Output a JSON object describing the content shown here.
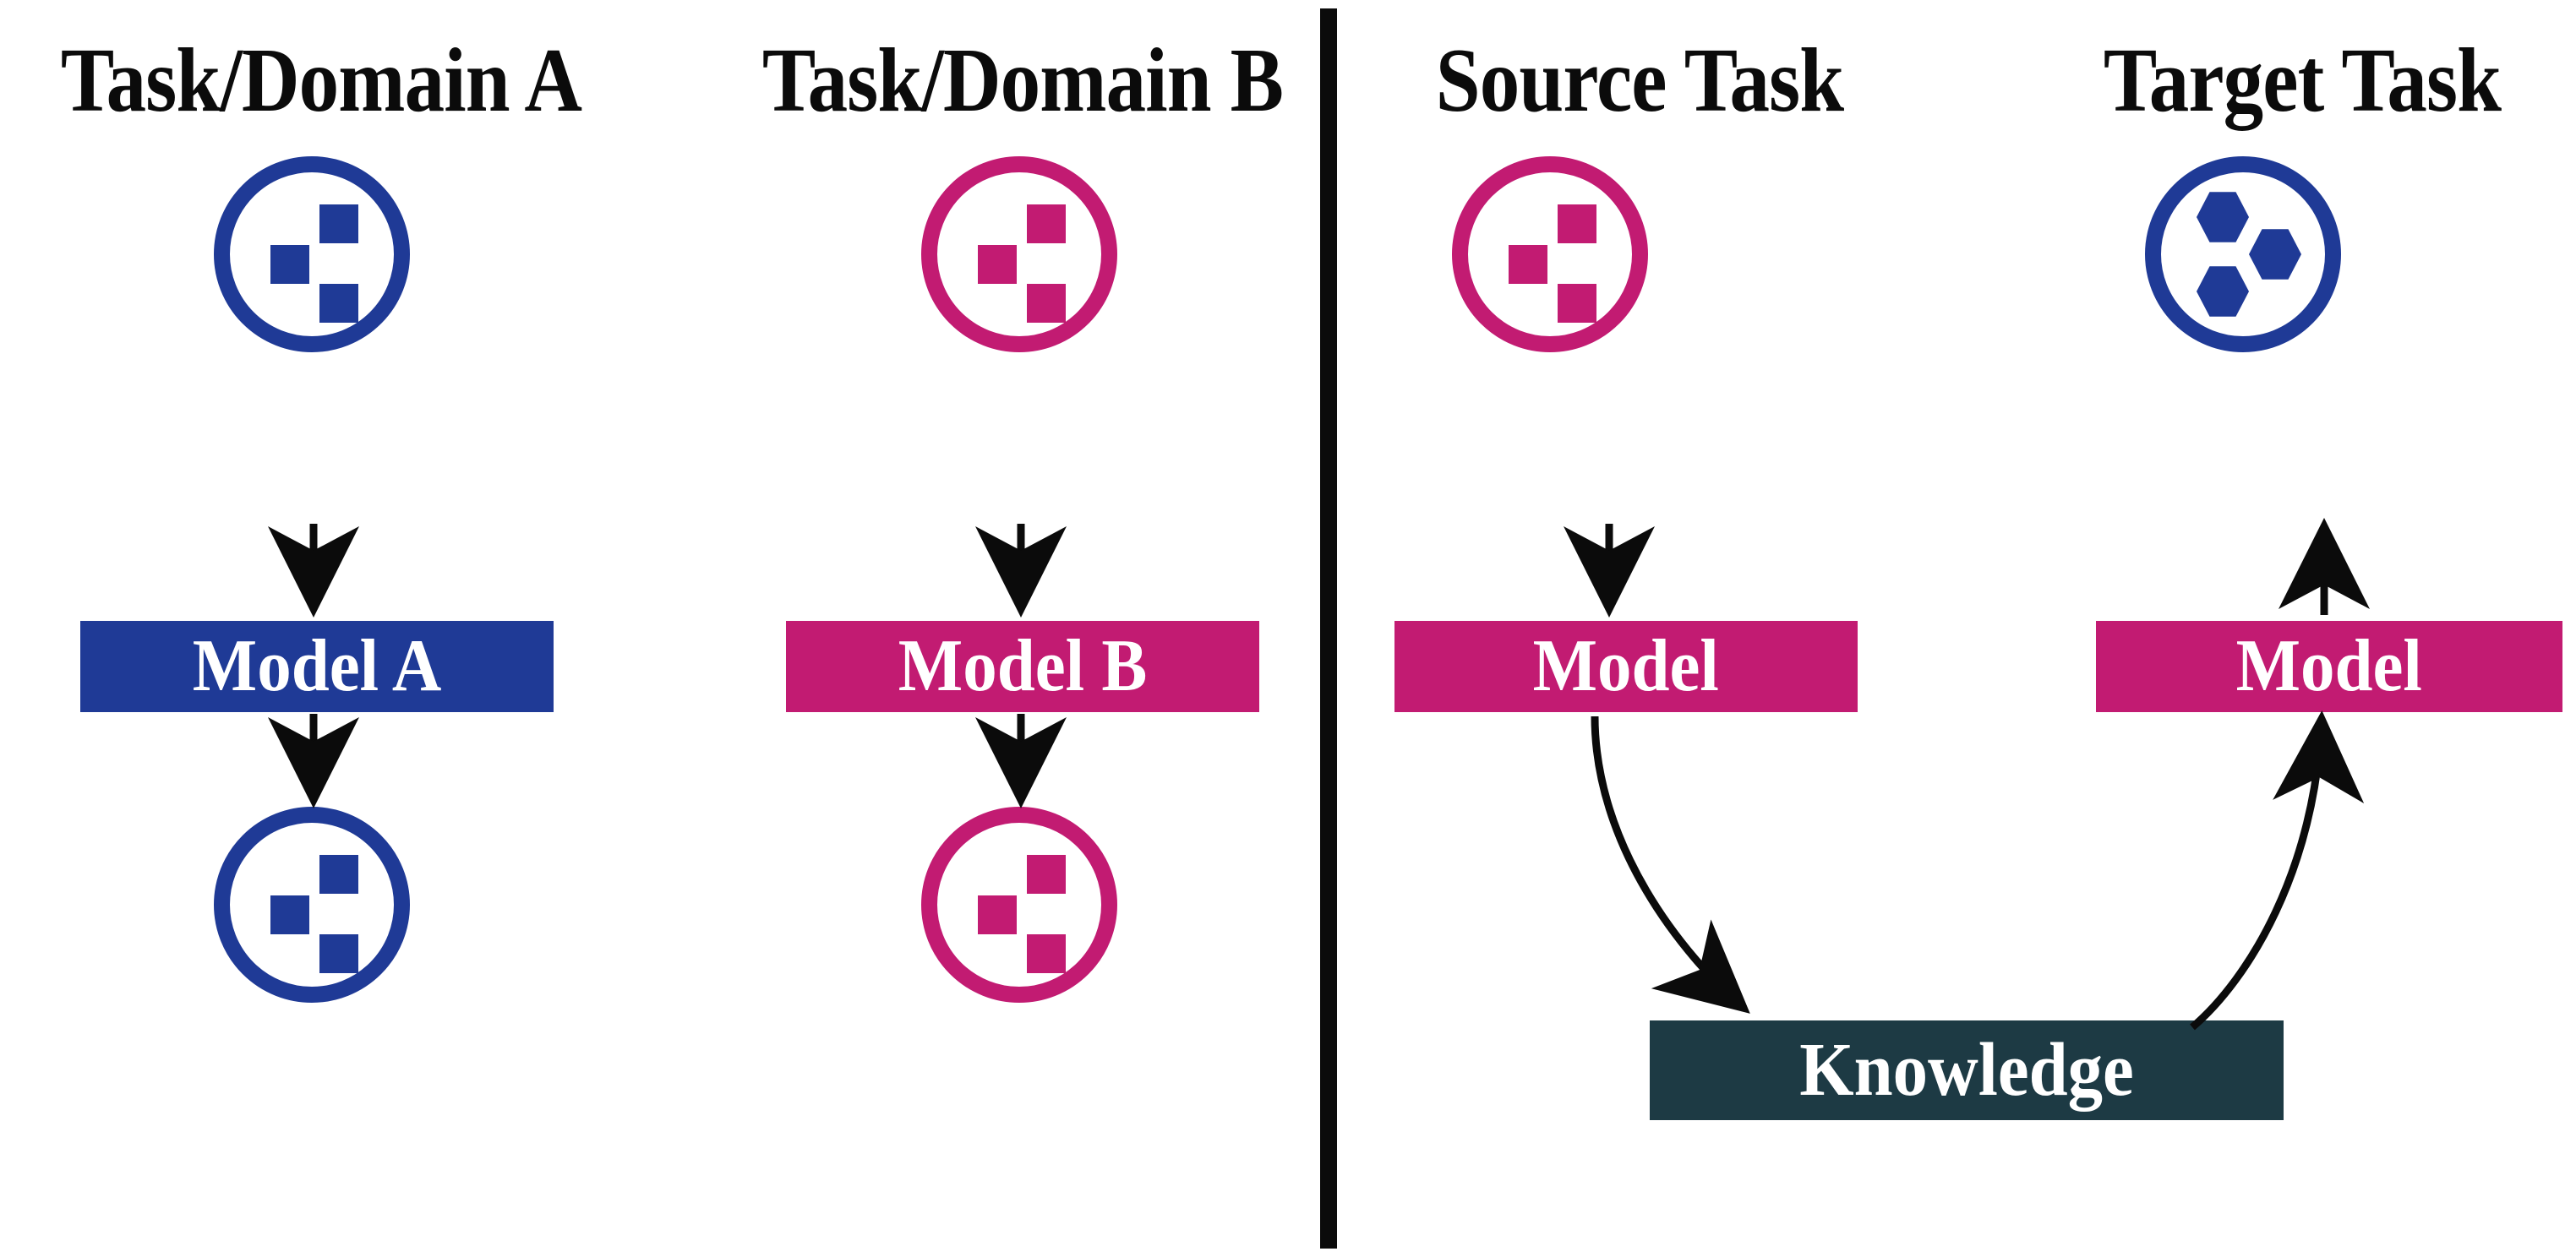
{
  "figure": {
    "kind": "transfer-learning-concept-diagram",
    "background_color": "#ffffff",
    "divider_color": "#0b0b0b"
  },
  "colors": {
    "blue": "#1F3A96",
    "magenta": "#C21B72",
    "dark_teal": "#1D3A44",
    "black": "#0B0B0B",
    "white": "#FFFFFF"
  },
  "headers": [
    {
      "id": "task-domain-a",
      "label": "Task/Domain A"
    },
    {
      "id": "task-domain-b",
      "label": "Task/Domain B"
    },
    {
      "id": "source-task",
      "label": "Source Task"
    },
    {
      "id": "target-task",
      "label": "Target Task"
    }
  ],
  "columns": [
    {
      "id": "column-a",
      "header": "Task/Domain A",
      "accent": "#1F3A96",
      "top_node": {
        "type": "circle",
        "icon": "three-squares-icon",
        "color": "#1F3A96"
      },
      "model_box": {
        "label": "Model A",
        "fill": "#1F3A96",
        "text_color": "#FFFFFF"
      },
      "bottom_node": {
        "type": "circle",
        "icon": "three-squares-icon",
        "color": "#1F3A96"
      },
      "arrows": [
        "circle-to-model",
        "model-to-circle"
      ]
    },
    {
      "id": "column-b",
      "header": "Task/Domain B",
      "accent": "#C21B72",
      "top_node": {
        "type": "circle",
        "icon": "three-squares-icon",
        "color": "#C21B72"
      },
      "model_box": {
        "label": "Model B",
        "fill": "#C21B72",
        "text_color": "#FFFFFF"
      },
      "bottom_node": {
        "type": "circle",
        "icon": "three-squares-icon",
        "color": "#C21B72"
      },
      "arrows": [
        "circle-to-model",
        "model-to-circle"
      ]
    },
    {
      "id": "column-source",
      "header": "Source Task",
      "accent": "#C21B72",
      "top_node": {
        "type": "circle",
        "icon": "three-squares-icon",
        "color": "#C21B72"
      },
      "model_box": {
        "label": "Model",
        "fill": "#C21B72",
        "text_color": "#FFFFFF"
      },
      "arrows": [
        "circle-to-model",
        "model-to-knowledge-curve"
      ]
    },
    {
      "id": "column-target",
      "header": "Target Task",
      "accent": "#1F3A96",
      "top_node": {
        "type": "circle",
        "icon": "three-hexagons-icon",
        "color": "#1F3A96"
      },
      "model_box": {
        "label": "Model",
        "fill": "#C21B72",
        "text_color": "#FFFFFF"
      },
      "arrows": [
        "knowledge-to-model-curve",
        "model-to-circle"
      ]
    }
  ],
  "knowledge_box": {
    "label": "Knowledge",
    "fill": "#1D3A44",
    "text_color": "#FFFFFF"
  },
  "icons": {
    "three_squares": "three-squares-icon",
    "three_hexagons": "three-hexagons-icon",
    "arrow_down": "arrow-down-icon",
    "arrow_up": "arrow-up-icon",
    "curved_arrow": "curved-arrow-icon"
  }
}
